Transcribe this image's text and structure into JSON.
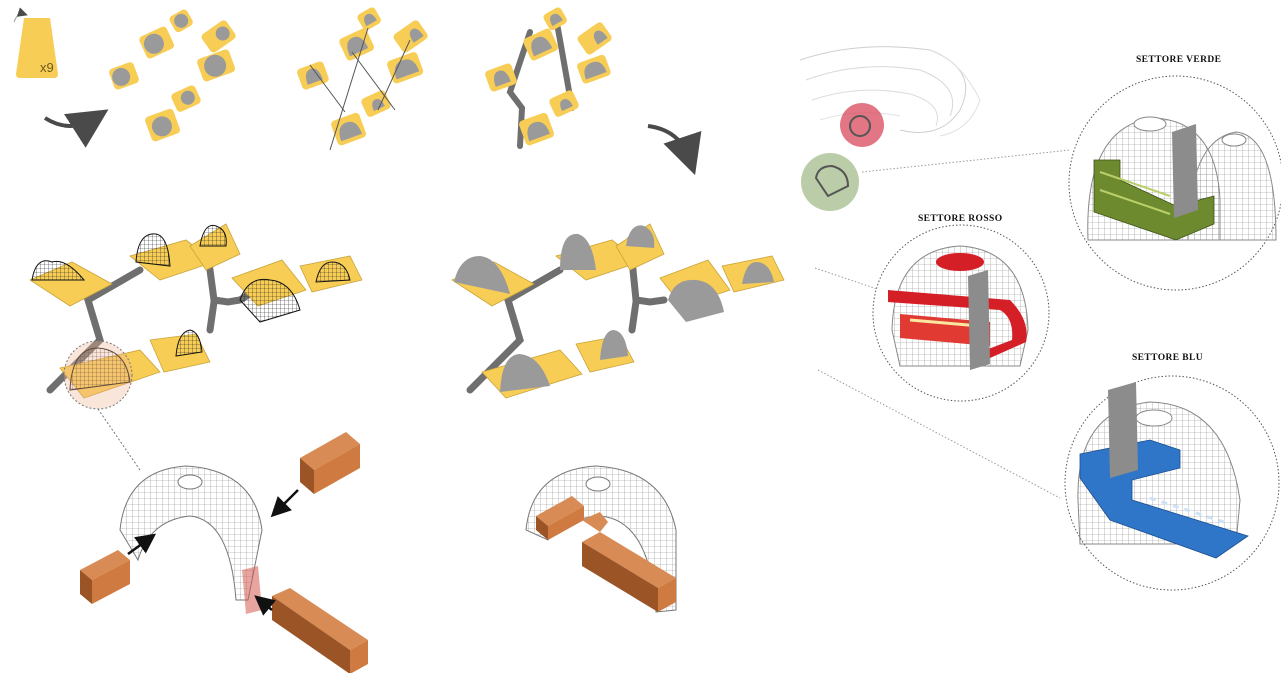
{
  "module": {
    "count_label": "x9"
  },
  "sectors": {
    "verde": {
      "label": "SETTORE VERDE",
      "color": "#6e8a2e"
    },
    "rosso": {
      "label": "SETTORE ROSSO",
      "color": "#d51f27"
    },
    "blu": {
      "label": "SETTORE BLU",
      "color": "#2f76c8"
    }
  },
  "palette": {
    "module_yellow": "#f7cd55",
    "module_yellow_light": "#fbe19b",
    "dome_grey": "#9a9a9a",
    "path_grey": "#6f6f6f",
    "block_orange": "#cf7a40",
    "block_orange_dark": "#9a5426",
    "wire": "#777777"
  }
}
